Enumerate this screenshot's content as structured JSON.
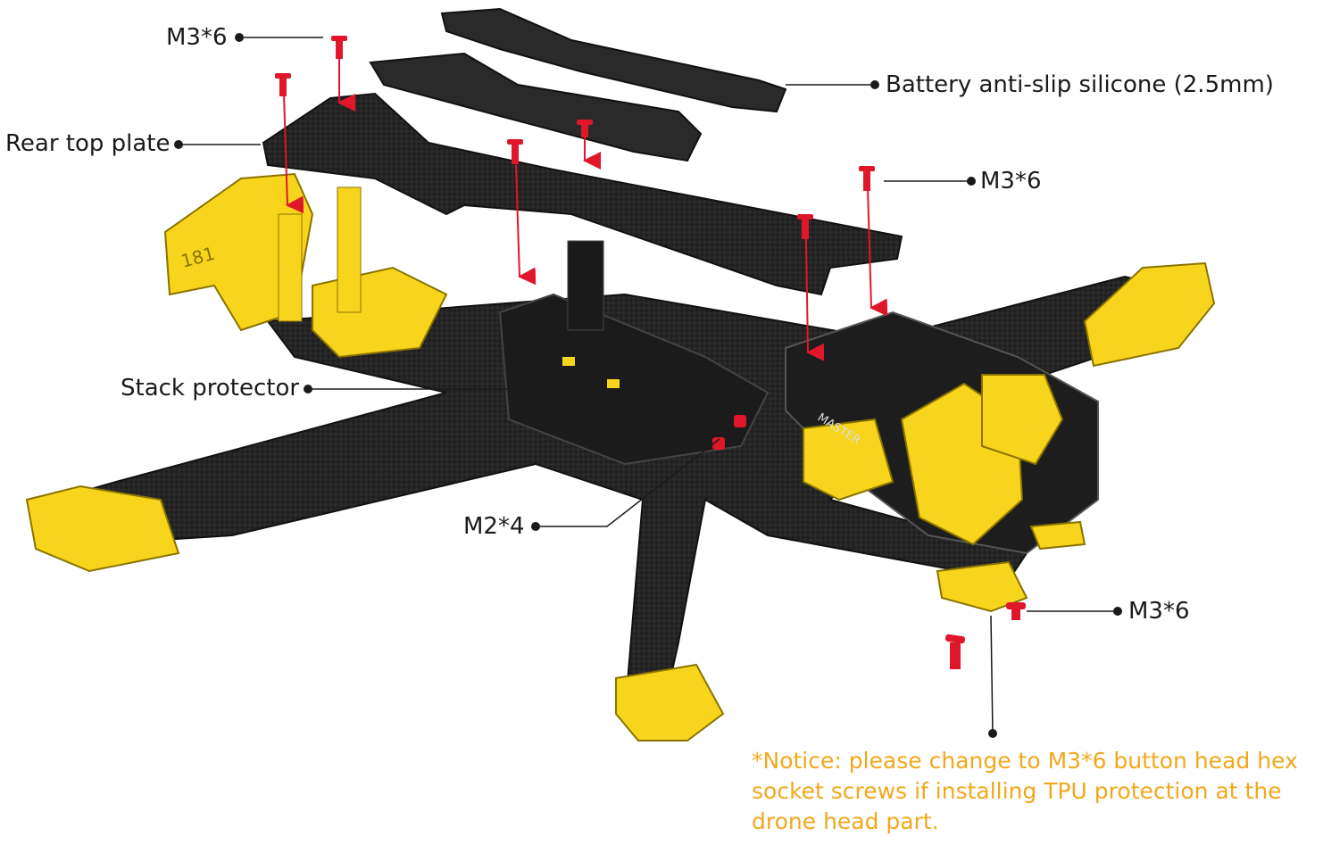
{
  "labels": {
    "screw_top_left": "M3*6",
    "battery_pad": "Battery anti-slip silicone (2.5mm)",
    "rear_top_plate": "Rear top plate",
    "screw_right": "M3*6",
    "stack_protector": "Stack protector",
    "screw_small": "M2*4",
    "screw_bottom_right": "M3*6"
  },
  "notice": {
    "line1": "*Notice: please change to M3*6 button head hex",
    "line2": "socket screws if installing TPU protection at the",
    "line3": "drone head part."
  },
  "colors": {
    "carbon": "#262626",
    "tpu_yellow": "#f7d51d",
    "screw_red": "#e0162b",
    "notice": "#f2a81d",
    "leader": "#1a1a1a"
  }
}
